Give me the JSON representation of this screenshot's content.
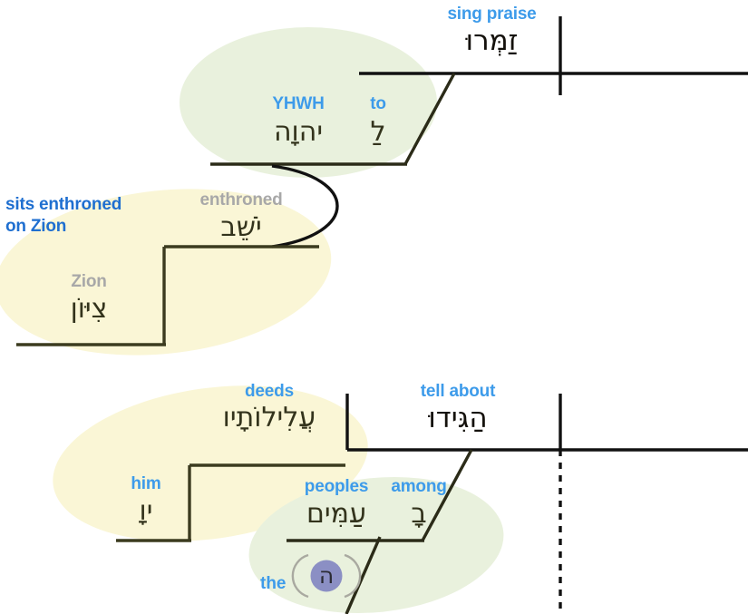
{
  "title": "Hebrew syntax diagram — Psalm 9:12",
  "palette": {
    "background": "#ffffff",
    "ellipse_green": "#e9f1dd",
    "ellipse_yellow": "#faf6d6",
    "line_black": "#111111",
    "line_olive": "#3b3b1f",
    "gloss_blue_word": "#3d9bea",
    "gloss_blue_phrase": "#1f6fd0",
    "gloss_gray": "#a8a8a8",
    "hebrew_black": "#14110c",
    "hebrew_olive": "#33331c",
    "article_fill": "#8b8fc4",
    "article_ring": "#a9a9a0"
  },
  "clauses": [
    {
      "name": "clause-sing-praise",
      "verb": {
        "gloss": "sing praise",
        "hebrew": "זַמְּרוּ"
      },
      "prepositional_phrase": {
        "preposition": {
          "gloss": "to",
          "hebrew": "לַ"
        },
        "object": {
          "gloss": "YHWH",
          "hebrew": "יהוָה"
        }
      },
      "apposition": {
        "phrase_gloss": "sits enthroned\non Zion",
        "participle": {
          "gloss": "enthroned",
          "hebrew": "יֹשֵׁב"
        },
        "complement": {
          "gloss": "Zion",
          "hebrew": "צִיּוֹן"
        }
      }
    },
    {
      "name": "clause-tell-about",
      "verb": {
        "gloss": "tell about",
        "hebrew": "הַגִּידוּ"
      },
      "object": {
        "noun": {
          "gloss": "deeds",
          "hebrew": "עֲלִילוֹתָיו"
        },
        "suffix": {
          "gloss": "him",
          "hebrew": "יוָ"
        }
      },
      "prepositional_phrase": {
        "preposition": {
          "gloss": "among",
          "hebrew": "בָ"
        },
        "object": {
          "gloss": "peoples",
          "hebrew": "עַמִּים"
        },
        "article": {
          "gloss": "the",
          "hebrew": "ה"
        }
      }
    }
  ],
  "glosses": {
    "sing_praise": "sing praise",
    "to": "to",
    "yhwh": "YHWH",
    "sits_enthroned_on_zion_line1": "sits enthroned",
    "sits_enthroned_on_zion_line2": "on Zion",
    "enthroned": "enthroned",
    "zion": "Zion",
    "tell_about": "tell about",
    "deeds": "deeds",
    "him": "him",
    "peoples": "peoples",
    "among": "among",
    "the": "the"
  },
  "hebrew": {
    "sing_praise": "זַמְּרוּ",
    "to": "לַ",
    "yhwh": "יהוָה",
    "enthroned": "יֹשֵׁב",
    "zion": "צִיּוֹן",
    "tell_about": "הַגִּידוּ",
    "deeds": "עֲלִילוֹתָיו",
    "him": "יוָ",
    "peoples": "עַמִּים",
    "among": "בָ",
    "article_the": "ה"
  }
}
